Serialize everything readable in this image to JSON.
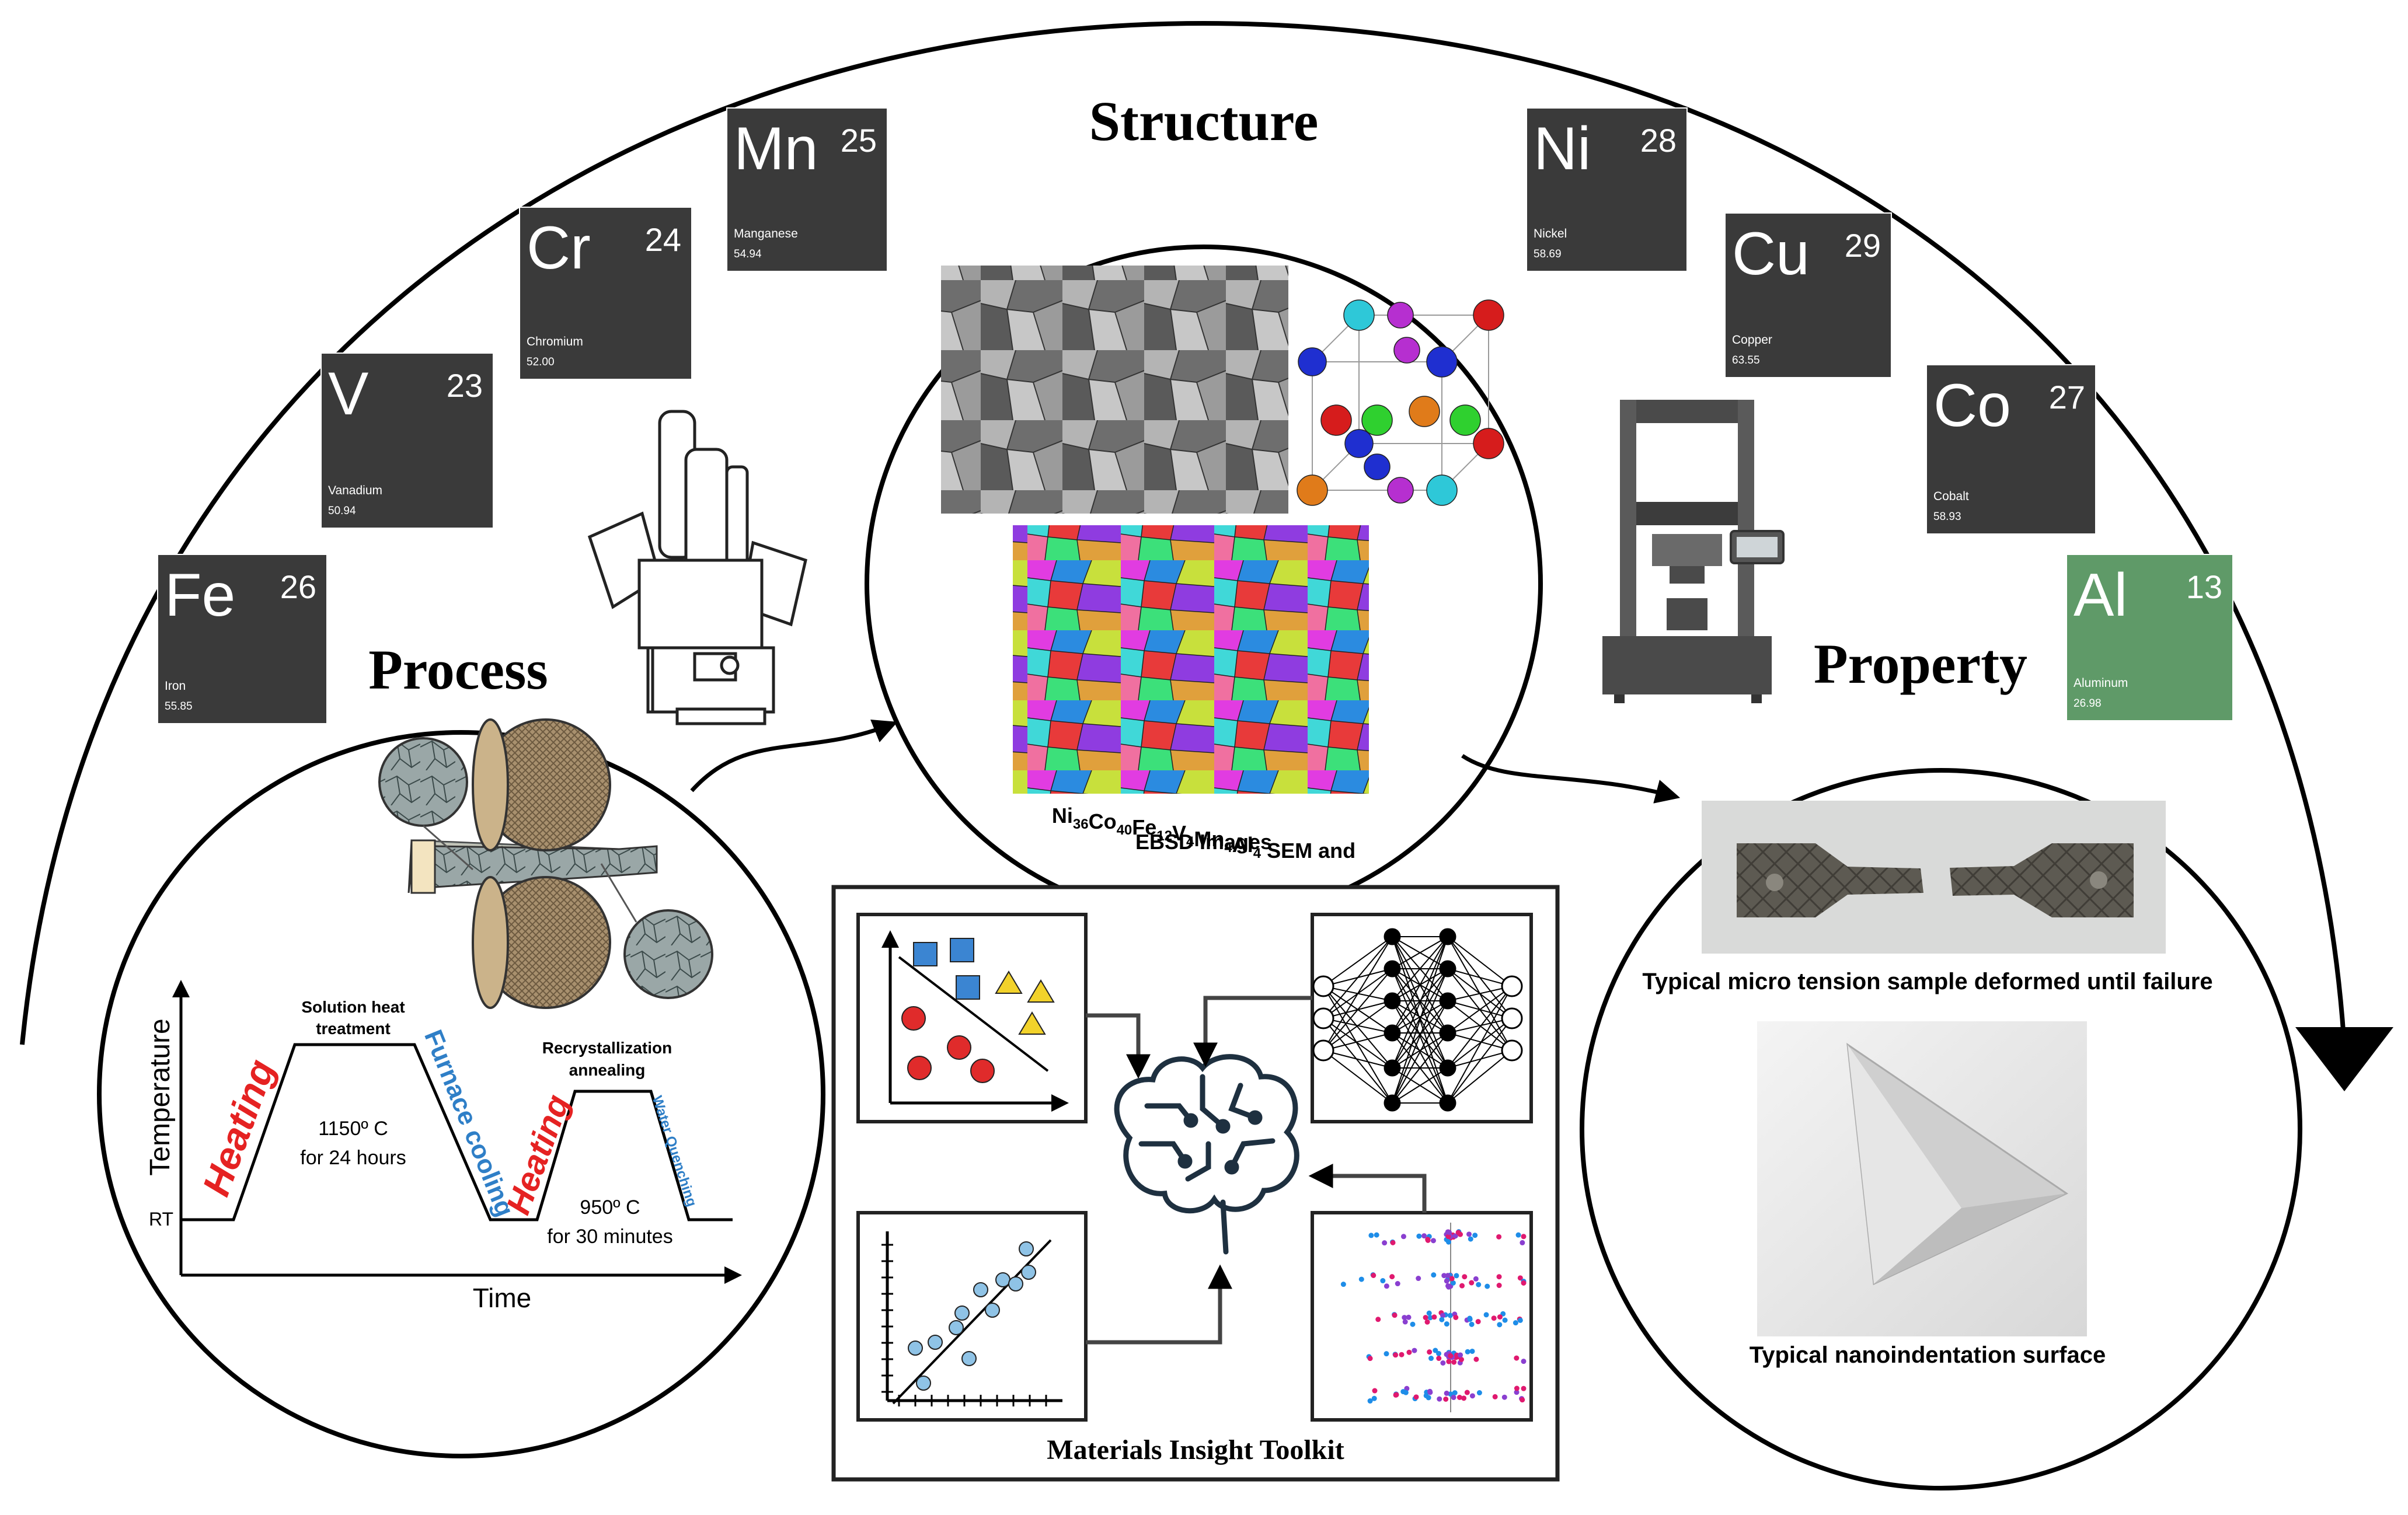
{
  "headings": {
    "structure": "Structure",
    "process": "Process",
    "property": "Property"
  },
  "elements": [
    {
      "id": "fe",
      "symbol": "Fe",
      "number": "26",
      "name": "Iron",
      "mass": "55.85",
      "color": "#3a3a3a"
    },
    {
      "id": "v",
      "symbol": "V",
      "number": "23",
      "name": "Vanadium",
      "mass": "50.94",
      "color": "#3a3a3a"
    },
    {
      "id": "cr",
      "symbol": "Cr",
      "number": "24",
      "name": "Chromium",
      "mass": "52.00",
      "color": "#3a3a3a"
    },
    {
      "id": "mn",
      "symbol": "Mn",
      "number": "25",
      "name": "Manganese",
      "mass": "54.94",
      "color": "#3a3a3a"
    },
    {
      "id": "ni",
      "symbol": "Ni",
      "number": "28",
      "name": "Nickel",
      "mass": "58.69",
      "color": "#3a3a3a"
    },
    {
      "id": "cu",
      "symbol": "Cu",
      "number": "29",
      "name": "Copper",
      "mass": "63.55",
      "color": "#3a3a3a"
    },
    {
      "id": "co",
      "symbol": "Co",
      "number": "27",
      "name": "Cobalt",
      "mass": "58.93",
      "color": "#3a3a3a"
    },
    {
      "id": "al",
      "symbol": "Al",
      "number": "13",
      "name": "Aluminum",
      "mass": "26.98",
      "color": "#5f9a68"
    }
  ],
  "structure_circle": {
    "caption_line2": "EBSD Images",
    "composition": [
      {
        "el": "Ni",
        "sub": "36"
      },
      {
        "el": "Co",
        "sub": "40"
      },
      {
        "el": "Fe",
        "sub": "12"
      },
      {
        "el": "V",
        "sub": "4"
      },
      {
        "el": "Mn",
        "sub": "4"
      },
      {
        "el": "Al",
        "sub": "4"
      }
    ],
    "caption_suffix": " SEM and"
  },
  "process_chart": {
    "ylabel": "Temperature",
    "xlabel": "Time",
    "rt_label": "RT",
    "heating_label": "Heating",
    "solution_label_1": "Solution heat",
    "solution_label_2": "treatment",
    "solution_temp": "1150º C",
    "solution_time": "for 24 hours",
    "furnace_label": "Furnace cooling",
    "recryst_label_1": "Recrystallization",
    "recryst_label_2": "annealing",
    "recryst_temp": "950º C",
    "recryst_time": "for 30 minutes",
    "quench_label": "Water Quenching",
    "heating_color": "#e52222",
    "cooling_color": "#2f7fc7"
  },
  "property_circle": {
    "tension_caption": "Typical micro tension sample deformed until failure",
    "indent_caption": "Typical nanoindentation surface"
  },
  "toolkit": {
    "title": "Materials Insight Toolkit"
  }
}
